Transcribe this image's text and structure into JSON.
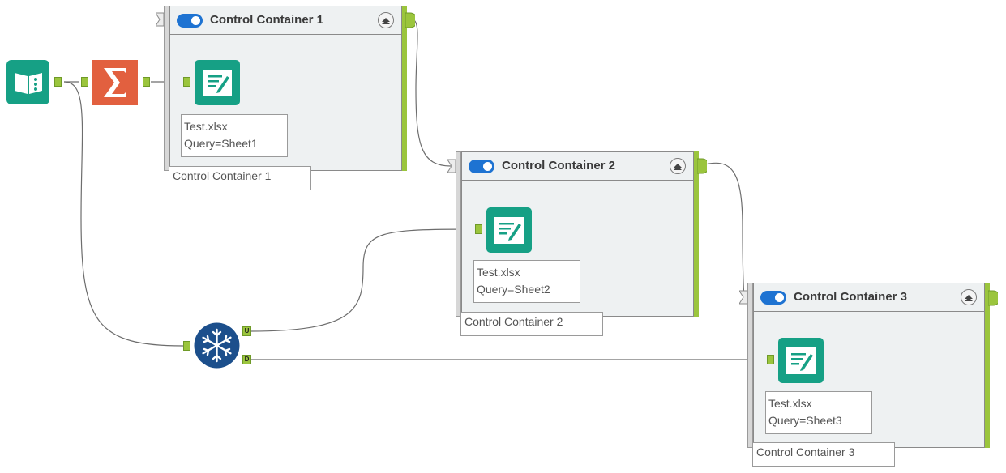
{
  "containers": [
    {
      "title": "Control Container 1",
      "caption": "Control Container 1",
      "enabled": true
    },
    {
      "title": "Control Container 2",
      "caption": "Control Container 2",
      "enabled": true
    },
    {
      "title": "Control Container 3",
      "caption": "Control Container 3",
      "enabled": true
    }
  ],
  "inputs": [
    {
      "file": "Test.xlsx",
      "query": "Query=Sheet1"
    },
    {
      "file": "Test.xlsx",
      "query": "Query=Sheet2"
    },
    {
      "file": "Test.xlsx",
      "query": "Query=Sheet3"
    }
  ],
  "tools": {
    "directory": {
      "icon": "directory-book-icon",
      "color": "#16a085"
    },
    "summarize": {
      "icon": "sigma-icon",
      "color": "#e2603f"
    },
    "detour": {
      "icon": "snowflake-icon",
      "color": "#1c4f8c",
      "anchor_u": "U",
      "anchor_d": "D"
    },
    "input": {
      "icon": "input-data-icon",
      "color": "#16a085"
    }
  },
  "colors": {
    "connection": "#6d6d6d",
    "anchor": "#9bc53d",
    "toggle": "#1e73d2"
  }
}
